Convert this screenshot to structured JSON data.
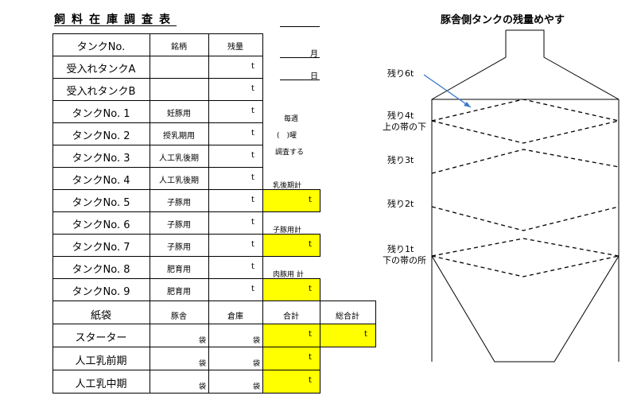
{
  "title": "飼料在庫調査表",
  "header": {
    "tank_no": "タンクNo.",
    "brand": "銘柄",
    "remaining": "残量"
  },
  "tanks": [
    {
      "name": "受入れタンクA",
      "brand": "",
      "unit": "t"
    },
    {
      "name": "受入れタンクB",
      "brand": "",
      "unit": "t"
    },
    {
      "name": "タンクNo. 1",
      "brand": "妊豚用",
      "unit": "t"
    },
    {
      "name": "タンクNo. 2",
      "brand": "授乳期用",
      "unit": "t"
    },
    {
      "name": "タンクNo. 3",
      "brand": "人工乳後期",
      "unit": "t"
    },
    {
      "name": "タンクNo. 4",
      "brand": "人工乳後期",
      "unit": "t"
    },
    {
      "name": "タンクNo. 5",
      "brand": "子豚用",
      "unit": "t"
    },
    {
      "name": "タンクNo. 6",
      "brand": "子豚用",
      "unit": "t"
    },
    {
      "name": "タンクNo. 7",
      "brand": "子豚用",
      "unit": "t"
    },
    {
      "name": "タンクNo. 8",
      "brand": "肥育用",
      "unit": "t"
    },
    {
      "name": "タンクNo. 9",
      "brand": "肥育用",
      "unit": "t"
    }
  ],
  "date": {
    "month": "月",
    "day": "日"
  },
  "weekly": {
    "line1": "毎週",
    "line2": "(　)曜",
    "line3": "調査する"
  },
  "subtotals": [
    {
      "label": "乳後期計",
      "unit": "t"
    },
    {
      "label": "子豚用計",
      "unit": "t"
    },
    {
      "label": "肉豚用 計",
      "unit": "t"
    }
  ],
  "bags_header": {
    "item": "紙袋",
    "barn": "豚舎",
    "warehouse": "倉庫",
    "total": "合計",
    "grand_total": "総合計"
  },
  "bags": [
    {
      "name": "スターター",
      "barn_unit": "袋",
      "warehouse_unit": "袋",
      "total_unit": "t"
    },
    {
      "name": "人工乳前期",
      "barn_unit": "袋",
      "warehouse_unit": "袋",
      "total_unit": "t"
    },
    {
      "name": "人工乳中期",
      "barn_unit": "袋",
      "warehouse_unit": "袋",
      "total_unit": "t"
    }
  ],
  "grand_total_unit": "t",
  "silo": {
    "title": "豚舎側タンクの残量めやす",
    "labels": {
      "six": "残り6t",
      "four_a": "残り4t",
      "four_b": "上の帯の下",
      "three": "残り3t",
      "two": "残り2t",
      "one_a": "残り1t",
      "one_b": "下の帯の所"
    }
  }
}
